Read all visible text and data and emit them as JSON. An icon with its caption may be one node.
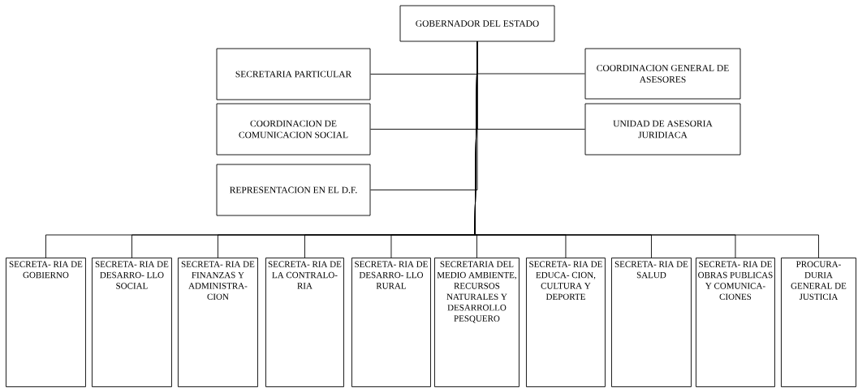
{
  "diagram": {
    "nodes": [
      {
        "text": [
          "GOBERNADOR DEL ESTADO"
        ]
      },
      {
        "text": [
          "SECRETARIA PARTICULAR"
        ]
      },
      {
        "text": [
          "COORDINACION GENERAL DE ASESORES"
        ]
      },
      {
        "text": [
          "COORDINACION DE COMUNICACION SOCIAL"
        ]
      },
      {
        "text": [
          "UNIDAD DE ASESORIA JURIDIACA"
        ]
      },
      {
        "text": [
          "REPRESENTACION EN EL D.F."
        ]
      },
      {
        "text": [
          "SECRETA- RIA DE GOBIERNO"
        ]
      },
      {
        "text": [
          "SECRETA- RIA DE DESARRO- LLO SOCIAL"
        ]
      },
      {
        "text": [
          "SECRETA- RIA DE FINANZAS Y ADMINISTRA- CION"
        ]
      },
      {
        "text": [
          "SECRETA- RIA DE LA CONTRALO- RIA"
        ]
      },
      {
        "text": [
          "SECRETA- RIA DE DESARRO- LLO RURAL"
        ]
      },
      {
        "text": [
          "SECRETARIA DEL MEDIO AMBIENTE, RECURSOS NATURALES Y DESARROLLO PESQUERO"
        ]
      },
      {
        "text": [
          "SECRETA- RIA DE EDUCA- CION, CULTURA Y DEPORTE"
        ]
      },
      {
        "text": [
          "SECRETA- RIA DE SALUD"
        ]
      },
      {
        "text": [
          "SECRETA- RIA DE OBRAS PUBLICAS Y COMUNICA- CIONES"
        ]
      },
      {
        "text": [
          "PROCURA- DURIA GENERAL DE JUSTICIA"
        ]
      }
    ],
    "edges": [
      {
        "from": 0,
        "to": 1,
        "arrow": "none"
      },
      {
        "from": 0,
        "to": 2,
        "arrow": "none"
      },
      {
        "from": 0,
        "to": 3,
        "arrow": "none"
      },
      {
        "from": 0,
        "to": 4,
        "arrow": "none"
      },
      {
        "from": 0,
        "to": 5,
        "arrow": "none"
      },
      {
        "from": 0,
        "to": 6,
        "arrow": "none"
      },
      {
        "from": 0,
        "to": 7,
        "arrow": "none"
      },
      {
        "from": 0,
        "to": 8,
        "arrow": "none"
      },
      {
        "from": 0,
        "to": 9,
        "arrow": "none"
      },
      {
        "from": 0,
        "to": 10,
        "arrow": "none"
      },
      {
        "from": 0,
        "to": 11,
        "arrow": "none"
      },
      {
        "from": 0,
        "to": 12,
        "arrow": "none"
      },
      {
        "from": 0,
        "to": 13,
        "arrow": "none"
      },
      {
        "from": 0,
        "to": 14,
        "arrow": "none"
      },
      {
        "from": 0,
        "to": 15,
        "arrow": "none"
      }
    ]
  }
}
